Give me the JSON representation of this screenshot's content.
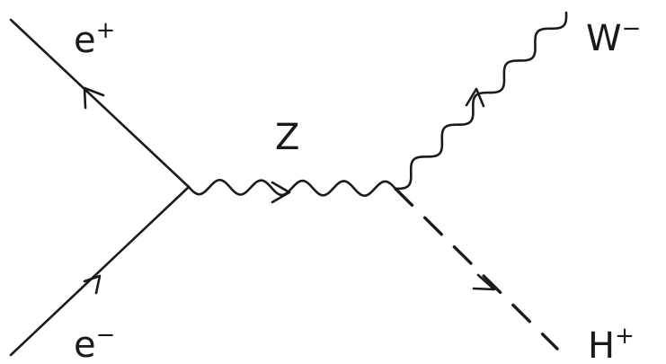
{
  "labels": {
    "positron": {
      "base": "e",
      "sup": "+"
    },
    "electron": {
      "base": "e",
      "sup": "−"
    },
    "z_boson": "Z",
    "w_boson": {
      "base": "W",
      "sup": "−"
    },
    "higgs": {
      "base": "H",
      "sup": "+"
    }
  },
  "colors": {
    "ink": "#1a1a1a",
    "background": "#ffffff"
  }
}
